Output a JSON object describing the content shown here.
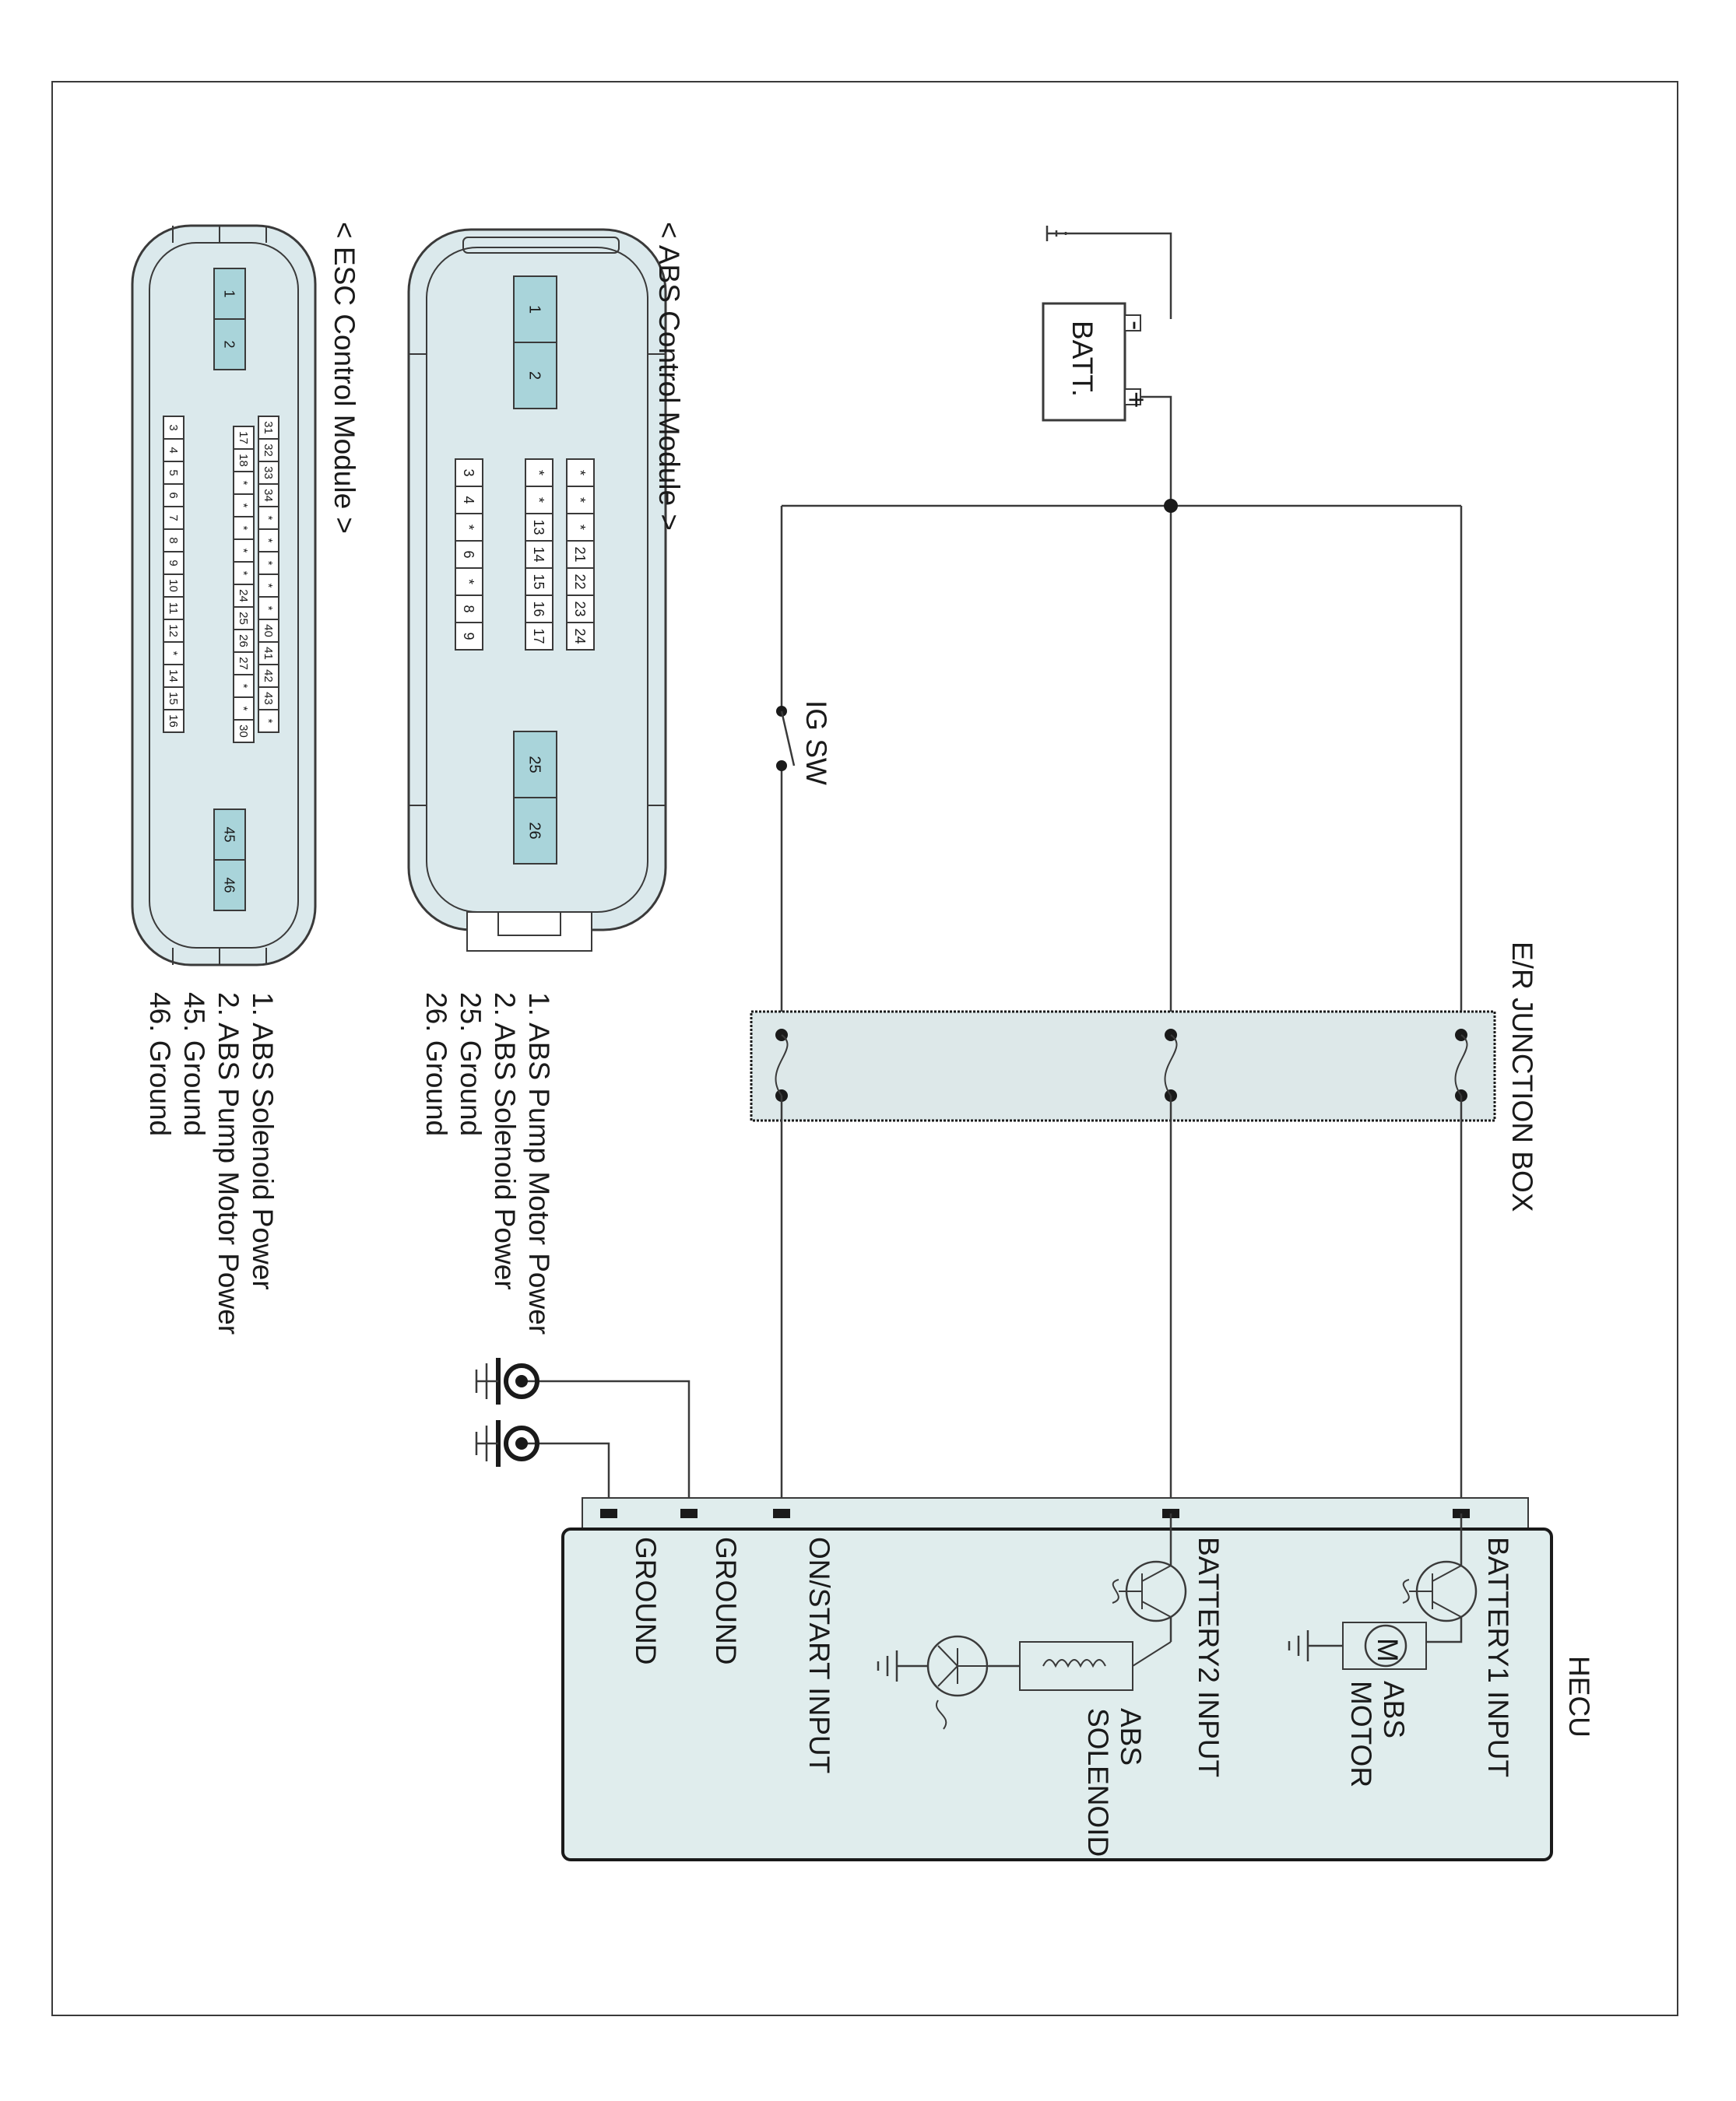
{
  "colors": {
    "hecu_fill": "#e0eded",
    "junction_fill": "#dde8e9",
    "connector_fill": "#dbe9ec",
    "pin_highlight": "#a9d4da",
    "line": "#3a3a3a"
  },
  "labels": {
    "batt": "BATT.",
    "batt_minus": "-",
    "batt_plus": "+",
    "ig_sw": "IG SW",
    "junction_box": "E/R JUNCTION BOX",
    "hecu": "HECU",
    "battery1_input": "BATTERY1 INPUT",
    "battery2_input": "BATTERY2 INPUT",
    "on_start_input": "ON/START INPUT",
    "ground1": "GROUND",
    "ground2": "GROUND",
    "abs_motor_line1": "ABS",
    "abs_motor_line2": "MOTOR",
    "motor_symbol": "M",
    "abs_solenoid_line1": "ABS",
    "abs_solenoid_line2": "SOLENOID"
  },
  "abs_module": {
    "title": "< ABS Control Module >",
    "big_pins_top": [
      "1",
      "2"
    ],
    "big_pins_bottom": [
      "25",
      "26"
    ],
    "row_a": [
      "*",
      "*",
      "*",
      "21",
      "22",
      "23",
      "24"
    ],
    "row_b": [
      "*",
      "*",
      "13",
      "14",
      "15",
      "16",
      "17"
    ],
    "row_c": [
      "3",
      "4",
      "*",
      "6",
      "*",
      "8",
      "9"
    ],
    "legend": [
      "1. ABS Pump Motor Power",
      "2. ABS Solenoid Power",
      "25. Ground",
      "26. Ground"
    ]
  },
  "esc_module": {
    "title": "< ESC Control Module >",
    "big_pins_top": [
      "1",
      "2"
    ],
    "big_pins_bottom": [
      "45",
      "46"
    ],
    "row_a": [
      "31",
      "32",
      "33",
      "34",
      "*",
      "*",
      "*",
      "*",
      "*",
      "40",
      "41",
      "42",
      "43",
      "*"
    ],
    "row_b": [
      "17",
      "18",
      "*",
      "*",
      "*",
      "*",
      "*",
      "24",
      "25",
      "26",
      "27",
      "*",
      "*",
      "30"
    ],
    "row_c": [
      "3",
      "4",
      "5",
      "6",
      "7",
      "8",
      "9",
      "10",
      "11",
      "12",
      "*",
      "14",
      "15",
      "16"
    ],
    "legend": [
      "1. ABS Solenoid Power",
      "2. ABS Pump Motor Power",
      "45. Ground",
      "46. Ground"
    ]
  }
}
